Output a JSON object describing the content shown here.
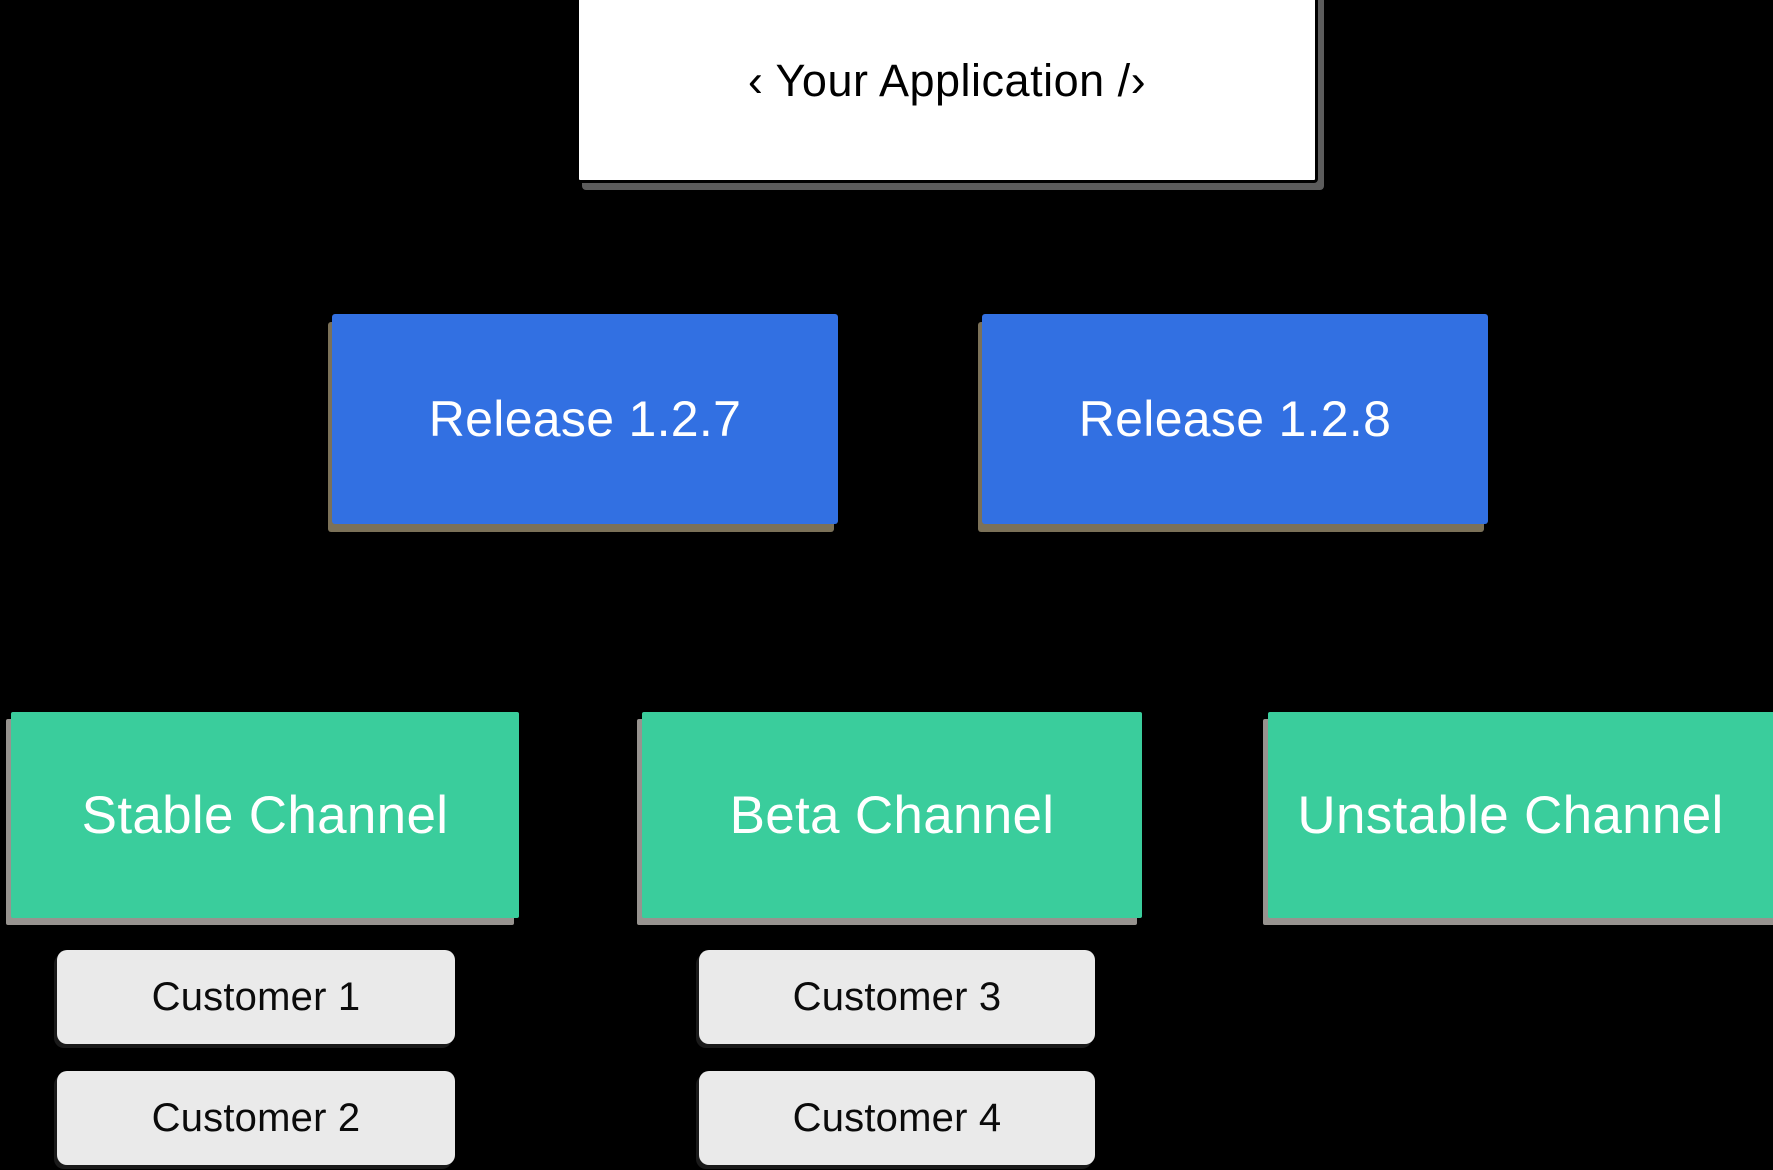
{
  "diagram": {
    "background_color": "#000000",
    "type": "release-channel-hierarchy",
    "root": {
      "label": "‹ Your Application /›",
      "fill_color": "#ffffff",
      "text_color": "#000000",
      "border_color": "#000000"
    },
    "releases": [
      {
        "label": "Release 1.2.7",
        "fill_color": "#3270e2",
        "text_color": "#ffffff"
      },
      {
        "label": "Release 1.2.8",
        "fill_color": "#3270e2",
        "text_color": "#ffffff"
      }
    ],
    "channels": [
      {
        "label": "Stable Channel",
        "fill_color": "#3acd9c",
        "text_color": "#ffffff"
      },
      {
        "label": "Beta Channel",
        "fill_color": "#3acd9c",
        "text_color": "#ffffff"
      },
      {
        "label": "Unstable Channel",
        "fill_color": "#3acd9c",
        "text_color": "#ffffff"
      }
    ],
    "customers": [
      {
        "label": "Customer 1",
        "fill_color": "#eaeaea",
        "text_color": "#0b0b0b"
      },
      {
        "label": "Customer 2",
        "fill_color": "#eaeaea",
        "text_color": "#0b0b0b"
      },
      {
        "label": "Customer 3",
        "fill_color": "#eaeaea",
        "text_color": "#0b0b0b"
      },
      {
        "label": "Customer 4",
        "fill_color": "#eaeaea",
        "text_color": "#0b0b0b"
      }
    ]
  }
}
